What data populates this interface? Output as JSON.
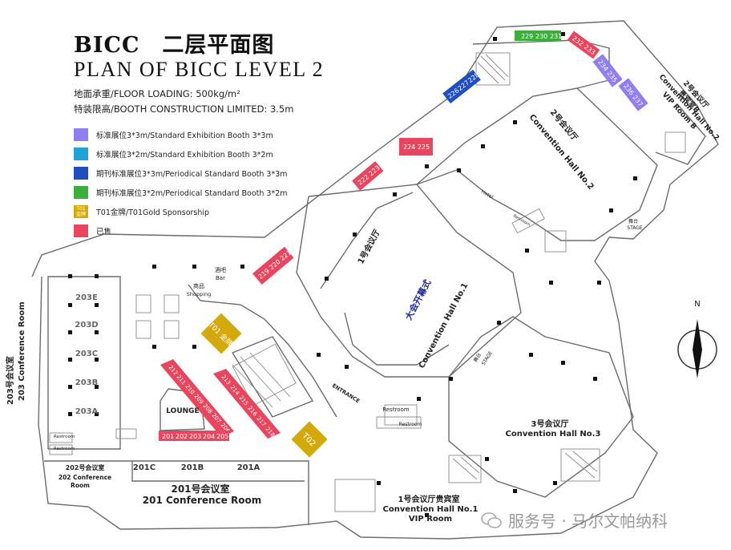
{
  "title_cn": "BICC　二层平面图",
  "title_en": "PLAN OF BICC LEVEL 2",
  "floor_loading": "地面承重/FLOOR LOADING: 500kg/m²",
  "booth_limit": "特装限高/BOOTH CONSTRUCTION LIMITED: 3.5m",
  "legend": [
    {
      "label": "标准展位3*3m/Standard Exhibition Booth 3*3m",
      "color": "#8f7ff0"
    },
    {
      "label": "标准展位3*2m/Standard Exhibition Booth 3*2m",
      "color": "#1fa2d6"
    },
    {
      "label": "期刊标准展位3*3m/Periodical Standard Booth 3*3m",
      "color": "#1f4fbf"
    },
    {
      "label": "期刊标准展位3*2m/Periodical Standard Booth 3*2m",
      "color": "#3cae3c"
    },
    {
      "label": "T01金牌/T01Gold Sponsorship",
      "color": "#d4a90c",
      "swatch_text": "T01 金牌"
    },
    {
      "label": "已售",
      "color": "#e8465e"
    }
  ],
  "rooms": {
    "hall2_cn": "2号会议厅",
    "hall2_en": "Convention Hall No.2",
    "hall1_cn": "1号会议厅",
    "hall1_en": "Convention Hall No.1",
    "opening_cn": "大会开幕式",
    "hall3_cn": "3号会议厅",
    "hall3_en": "Convention Hall No.3",
    "vipb_cn": "2号会议厅",
    "vipb_cn2": "贵宾室B",
    "vipb_en": "Convention Hall No.2",
    "vipb_en2": "VIP Room B",
    "vip1_cn": "1号会议厅贵宾室",
    "vip1_en": "Convention Hall No.1",
    "vip1_en2": "VIP Room",
    "conf201_cn": "201号会议室",
    "conf201_en": "201 Conference Room",
    "conf202_cn": "202号会议室",
    "conf202_en": "202 Conference",
    "conf202_en2": "Room",
    "conf203_cn": "203号会议室",
    "conf203_en": "203 Conference Room",
    "lounge": "LOUNGE",
    "entrance": "ENTRANCE",
    "bar_cn": "酒吧",
    "bar_en": "Bar",
    "shop_cn": "商品",
    "shop_en": "Shopping",
    "hotel": "Hotel",
    "restroom": "Restroom",
    "stage_cn": "舞台",
    "stage_en": "STAGE",
    "north": "N"
  },
  "room_tags": [
    "203E",
    "203D",
    "203C",
    "203B",
    "203A",
    "201C",
    "201B",
    "201A"
  ],
  "booths": {
    "green": [
      "229",
      "230",
      "231"
    ],
    "purple": [
      "234",
      "235",
      "236",
      "237"
    ],
    "blue": [
      "226",
      "227",
      "228"
    ],
    "red_top": [
      "232",
      "233"
    ],
    "red_224": "224 225",
    "red_222": "222 223",
    "red_219": "219 220 221",
    "red_col_a": [
      "212",
      "211",
      "210",
      "209",
      "208",
      "207",
      "206"
    ],
    "red_row": [
      "201",
      "202",
      "203",
      "204",
      "205"
    ],
    "red_col_b": [
      "213",
      "214",
      "215",
      "216",
      "217",
      "218"
    ],
    "t01": "T01 金牌",
    "t02": "T02"
  },
  "watermark": "服务号 · 马尔文帕纳科",
  "colors": {
    "sold": "#e8465e",
    "gold": "#d4a90c",
    "purple": "#8f7ff0",
    "blue": "#1f4fbf",
    "green": "#3cae3c",
    "line": "#6b6b6b"
  }
}
